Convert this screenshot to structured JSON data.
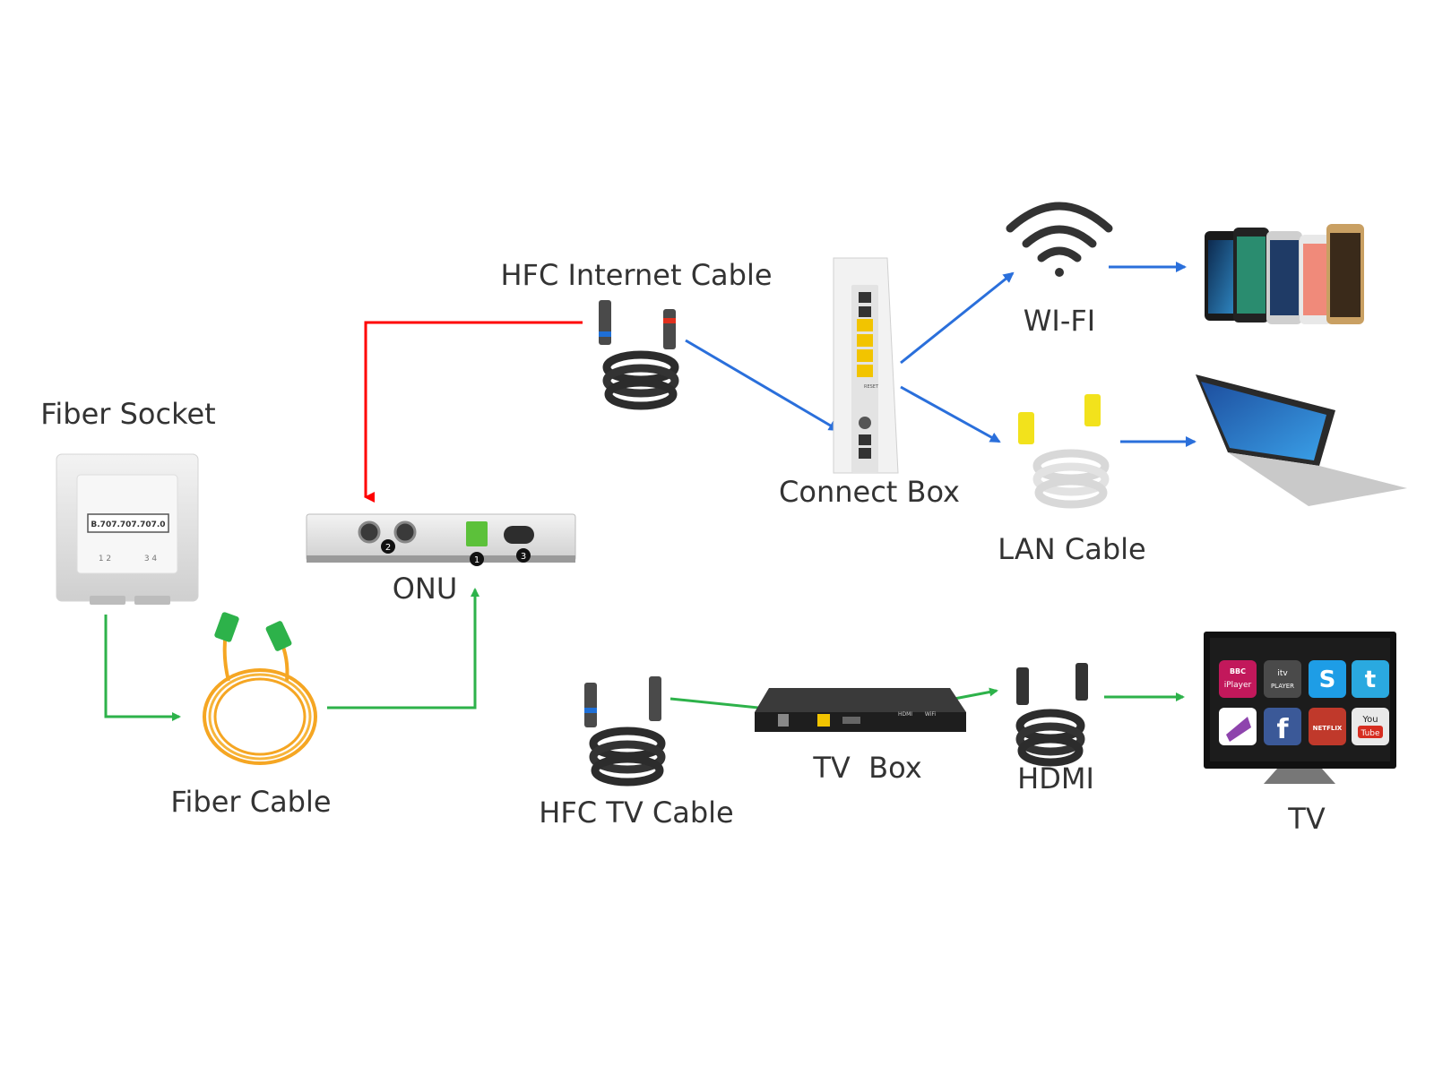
{
  "labels": {
    "fiber_socket": "Fiber Socket",
    "fiber_cable": "Fiber Cable",
    "onu": "ONU",
    "hfc_internet_cable": "HFC Internet Cable",
    "connect_box": "Connect Box",
    "wifi": "WI-FI",
    "lan_cable": "LAN Cable",
    "hfc_tv_cable": "HFC TV Cable",
    "tv_box": "TV  Box",
    "hdmi": "HDMI",
    "tv": "TV"
  },
  "device_text": {
    "socket_id": "B.707.707.707.0",
    "socket_ports_left": "1  2",
    "socket_ports_right": "3  4",
    "onu_port_1": "1",
    "onu_port_2": "2",
    "onu_port_3": "3",
    "modem_reset": "RESET",
    "tv_box_hdmi": "HDMI",
    "tv_box_wifi": "WiFi"
  },
  "tv_apps": {
    "bbc": "BBC",
    "iplayer": "iPlayer",
    "itv": "itv",
    "itv_player": "PLAYER",
    "skype": "S",
    "twitter": "t",
    "facebook": "f",
    "netflix": "NETFLIX",
    "youtube_you": "You",
    "youtube_tube": "Tube"
  },
  "colors": {
    "fiber_link": "#2db24a",
    "hfc_internet_link": "#ff0000",
    "data_link": "#2a6fdb",
    "fiber_cable": "#f5a623",
    "lan_cable_plug": "#f2e21c"
  },
  "icons": [
    "wifi-icon",
    "smartphones-icon",
    "laptop-icon",
    "tv-icon"
  ]
}
